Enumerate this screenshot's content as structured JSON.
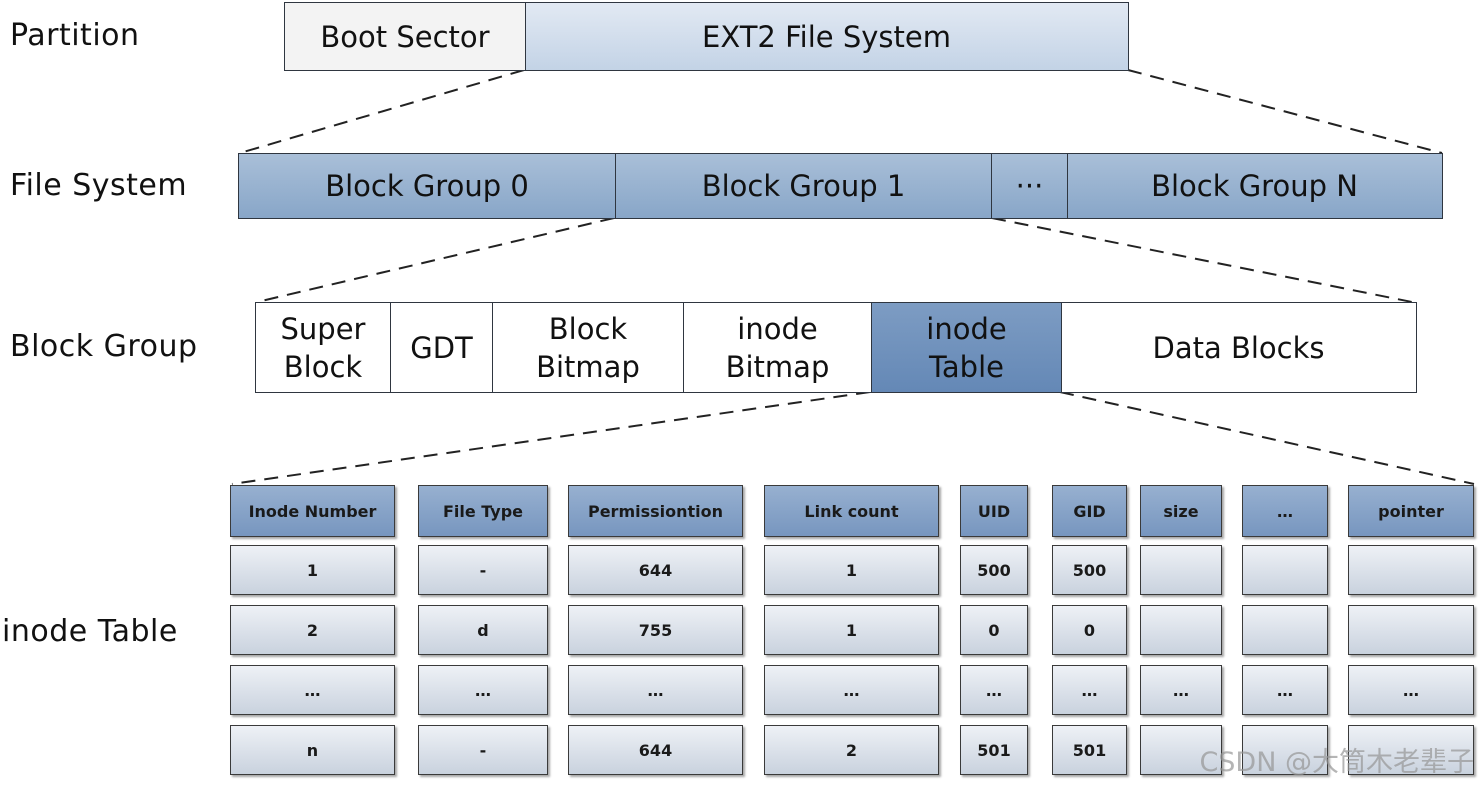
{
  "labels": {
    "partition": "Partition",
    "file_system": "File System",
    "block_group": "Block Group",
    "inode_table": "inode Table"
  },
  "partition": {
    "boot_sector": "Boot Sector",
    "ext2": "EXT2 File System"
  },
  "file_system": {
    "groups": [
      "Block Group 0",
      "Block Group 1",
      "···",
      "Block Group N"
    ]
  },
  "block_group": {
    "super_block": "Super\nBlock",
    "gdt": "GDT",
    "block_bitmap": "Block\nBitmap",
    "inode_bitmap": "inode\nBitmap",
    "inode_table": "inode\nTable",
    "data_blocks": "Data Blocks"
  },
  "inode_table": {
    "headers": [
      "Inode Number",
      "File Type",
      "Permissiontion",
      "Link count",
      "UID",
      "GID",
      "size",
      "…",
      "pointer"
    ],
    "rows": [
      [
        "1",
        "-",
        "644",
        "1",
        "500",
        "500",
        "",
        "",
        ""
      ],
      [
        "2",
        "d",
        "755",
        "1",
        "0",
        "0",
        "",
        "",
        ""
      ],
      [
        "…",
        "…",
        "…",
        "…",
        "…",
        "…",
        "…",
        "…",
        "…"
      ],
      [
        "n",
        "-",
        "644",
        "2",
        "501",
        "501",
        "",
        "",
        ""
      ]
    ]
  },
  "watermark": "CSDN @大筒木老辈子"
}
